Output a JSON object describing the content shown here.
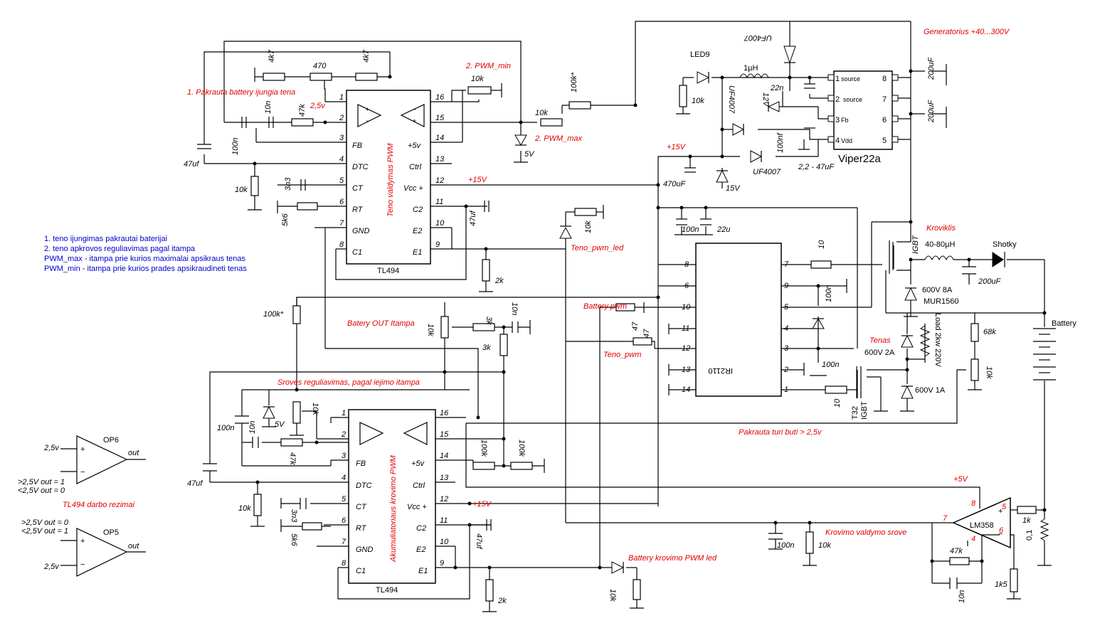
{
  "notes_blue": [
    "1. teno ijungimas pakrautai baterijai",
    "2. teno apkrovos reguliavimas pagal itampa",
    "PWM_max - itampa prie kurios maximalai apsikraus tenas",
    "PWM_min - itampa prie kurios prades apsikraudineti tenas"
  ],
  "red_labels": {
    "pakrauta": "1. Pakrauta battery ijungia tena",
    "pwm_min": "2. PWM_min",
    "pwm_max": "2. PWM_max",
    "plus15_top": "+15V",
    "plus15_tl": "+15V",
    "plus15_tl2": "+15V",
    "plus5": "+5V",
    "generatorius": "Generatorius +40...300V",
    "teno_pwm_led": "Teno_pwm_led",
    "battery_pwm": "Battery pwm",
    "teno_pwm": "Teno_pwm",
    "batery_out": "Batery OUT Itampa",
    "sroves": "Sroves reguliavimas, pagal iejimo itampa",
    "kroviklis": "Kroviklis",
    "tenas": "Tenas",
    "pakrauta_turi": "Pakrauta turi buti > 2,5v",
    "krovimo_valdymo": "Krovimo valdymo srove",
    "battery_led": "Battery krovimo PWM led",
    "tl494_rezimai": "TL494 darbo rezimai",
    "teno_valdymas": "Teno valdymas PWM",
    "akumuliatoriaus": "Akumuliatoriaus krovimo PWM"
  },
  "tl494": {
    "name": "TL494",
    "left_pins": [
      {
        "num": "1",
        "label": ""
      },
      {
        "num": "2",
        "label": ""
      },
      {
        "num": "3",
        "label": "FB"
      },
      {
        "num": "4",
        "label": "DTC"
      },
      {
        "num": "5",
        "label": "CT"
      },
      {
        "num": "6",
        "label": "RT"
      },
      {
        "num": "7",
        "label": "GND"
      },
      {
        "num": "8",
        "label": "C1"
      }
    ],
    "right_pins": [
      {
        "num": "16",
        "label": ""
      },
      {
        "num": "15",
        "label": ""
      },
      {
        "num": "14",
        "label": "+5v"
      },
      {
        "num": "13",
        "label": "Ctrl"
      },
      {
        "num": "12",
        "label": "Vcc +"
      },
      {
        "num": "11",
        "label": "C2"
      },
      {
        "num": "10",
        "label": "E2"
      },
      {
        "num": "9",
        "label": "E1"
      }
    ]
  },
  "ir2110": {
    "name": "IR2110",
    "left_pins": [
      "8",
      "6",
      "10",
      "11",
      "12",
      "13",
      "14"
    ],
    "right_pins": [
      "7",
      "9",
      "5",
      "4",
      "3",
      "2",
      "1"
    ]
  },
  "viper": {
    "name": "Viper22a",
    "left_pins": [
      {
        "num": "1",
        "label": "source"
      },
      {
        "num": "2",
        "label": "source"
      },
      {
        "num": "3",
        "label": "Fb"
      },
      {
        "num": "4",
        "label": "Vdd"
      }
    ],
    "right_pins": [
      "8",
      "7",
      "6",
      "5"
    ]
  },
  "op_amps": {
    "op6": {
      "name": "OP6",
      "in_plus": "2,5v",
      "out": "out",
      "note1": ">2,5V out = 1",
      "note2": "<2,5V out = 0"
    },
    "op5": {
      "name": "OP5",
      "in_minus": "2,5v",
      "out": "out",
      "note1": ">2,5V out = 0",
      "note2": "<2,5V out = 1"
    },
    "lm358": {
      "name": "LM358",
      "p8": "8",
      "p5": "5",
      "p7": "7",
      "p4": "4",
      "p6": "6"
    }
  },
  "components_top": {
    "r4k7a": "4k7",
    "r470": "470",
    "r4k7b": "4k7",
    "v25": "2,5v",
    "c10n": "10n",
    "r47k": "47k",
    "c100n": "100n",
    "c47uf": "47uf",
    "r10k_a": "10k",
    "c3n3": "3n3",
    "r5k6": "5k6",
    "c47uf_b": "47uf",
    "r2k": "2k",
    "r10k_pot": "10k",
    "r100k_star": "100k*",
    "r10k_b": "10k",
    "z5v": "5V",
    "r10k_led": "10k"
  },
  "components_bottom": {
    "r100k_star": "100k*",
    "r10k_pot": "10k",
    "r3k_a": "3k",
    "c10n": "10n",
    "r3k_b": "3k",
    "c100n": "100n",
    "c10n_b": "10n",
    "z5v": "5V",
    "r10k_b": "10k",
    "r47k": "47k",
    "c47uf": "47uf",
    "r10k": "10k",
    "c3n3": "3n3",
    "r5k6": "5k6",
    "r100k_a": "100k",
    "r100k_b": "100k",
    "c47uf_b": "47uf",
    "r2k": "2k",
    "r10k_led": "10k"
  },
  "components_right": {
    "led9": "LED9",
    "uf4007_a": "UF4007",
    "l1uh": "1µH",
    "r10k": "10k",
    "uf4007_b": "UF4007",
    "c22n": "22n",
    "z12v": "12V",
    "c100nf": "100nf",
    "uf4007_c": "UF4007",
    "c_range": "2,2 - 47uF",
    "c200uf_a": "200uF",
    "c200uf_b": "200uF",
    "c470uf": "470uF",
    "z15v": "15V",
    "c100n": "100n",
    "c22u": "22u",
    "r10_a": "10",
    "c100n_b": "100n",
    "c100n_c": "100n",
    "r10_b": "10",
    "r47_a": "47",
    "r47_b": "47",
    "igbt": "IGBT",
    "l40_80": "40-80µH",
    "shotky": "Shotky",
    "c200uf_c": "200uF",
    "d600v8a": "600V 8A",
    "mur1560": "MUR1560",
    "load": "Load 2kw 220V",
    "d600v2a": "600V 2A",
    "d600v1a": "600V 1A",
    "t32": "T32",
    "igbt2": "IGBT",
    "battery": "Battery",
    "r68k": "68k",
    "r10k_pot": "10k",
    "r1k": "1k",
    "r01": "0,1",
    "r1k5": "1k5",
    "c10n": "10n",
    "r47k": "47k",
    "c100n_d": "100n",
    "r10k_d": "10k"
  }
}
